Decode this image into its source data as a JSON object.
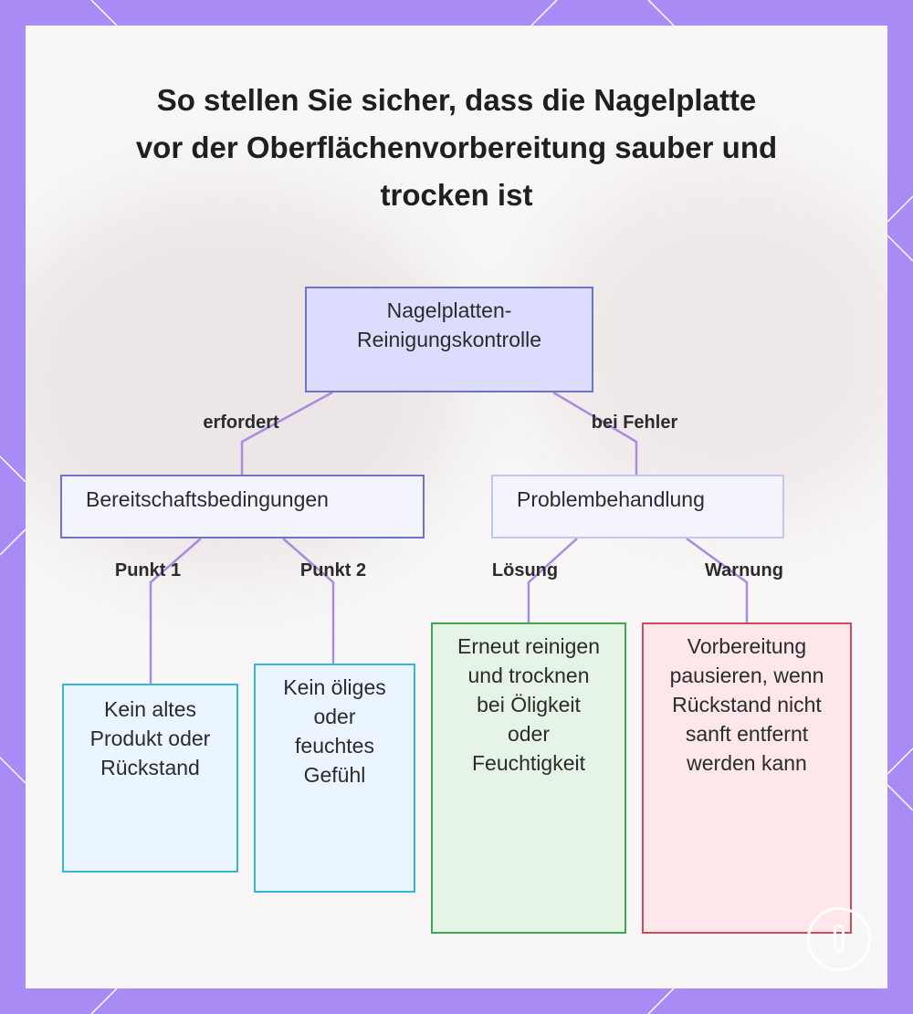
{
  "title": "So stellen Sie sicher, dass die Nagelplatte vor der Oberflächenvorbereitung sauber und trocken ist",
  "nodes": {
    "root": "Nagelplatten-Reinigungskontrolle",
    "ready": "Bereitschaftsbedingungen",
    "problem": "Problembehandlung",
    "point1": "Kein altes Produkt oder Rückstand",
    "point2": "Kein öliges oder feuchtes Gefühl",
    "solution": "Erneut reinigen und trocknen bei Öligkeit oder Feuchtigkeit",
    "warning": "Vorbereitung pausieren, wenn Rückstand nicht sanft entfernt werden kann"
  },
  "edges": {
    "requires": "erfordert",
    "on_error": "bei Fehler",
    "point1": "Punkt 1",
    "point2": "Punkt 2",
    "solution": "Lösung",
    "warning": "Warnung"
  },
  "colors": {
    "frame": "#a98bf5",
    "connector": "#a98be0",
    "root_fill": "#dcdcff",
    "point_border": "#34b7d6",
    "solution_border": "#3ea852",
    "warning_border": "#d0495c"
  },
  "icons": [
    "paperclip-logo-icon"
  ]
}
